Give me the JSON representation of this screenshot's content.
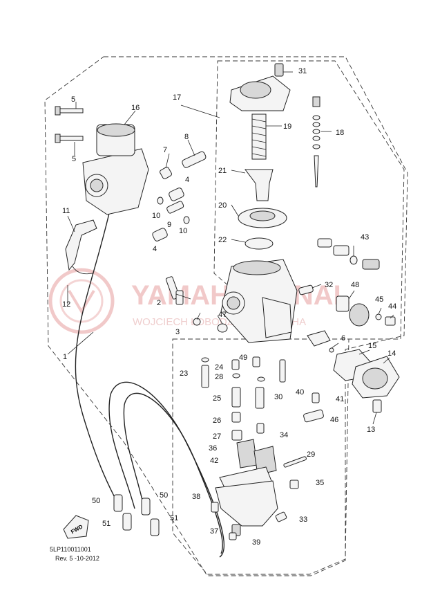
{
  "diagram_code": "5LP110011001",
  "revision": "Rev.  5 -10-2012",
  "watermark": {
    "brand": "YAMAHA PENAL",
    "sub": "WOJCIECH ŁOBODZIŃSKI YAMAHA"
  },
  "fwd_label": "FWD",
  "callouts": {
    "c1": "1",
    "c2": "2",
    "c3": "3",
    "c4a": "4",
    "c4b": "4",
    "c5a": "5",
    "c5b": "5",
    "c6": "6",
    "c7": "7",
    "c8": "8",
    "c9": "9",
    "c10a": "10",
    "c10b": "10",
    "c11": "11",
    "c12": "12",
    "c13": "13",
    "c14": "14",
    "c15": "15",
    "c16": "16",
    "c17": "17",
    "c18": "18",
    "c19": "19",
    "c20": "20",
    "c21": "21",
    "c22": "22",
    "c23": "23",
    "c24": "24",
    "c25": "25",
    "c26": "26",
    "c27": "27",
    "c28": "28",
    "c29": "29",
    "c30": "30",
    "c31": "31",
    "c32": "32",
    "c33": "33",
    "c34": "34",
    "c35": "35",
    "c36": "36",
    "c37": "37",
    "c38": "38",
    "c39": "39",
    "c40": "40",
    "c41": "41",
    "c42": "42",
    "c43": "43",
    "c44": "44",
    "c45": "45",
    "c46": "46",
    "c47": "47",
    "c48": "48",
    "c49": "49",
    "c50a": "50",
    "c50b": "50",
    "c51a": "51",
    "c51b": "51"
  }
}
